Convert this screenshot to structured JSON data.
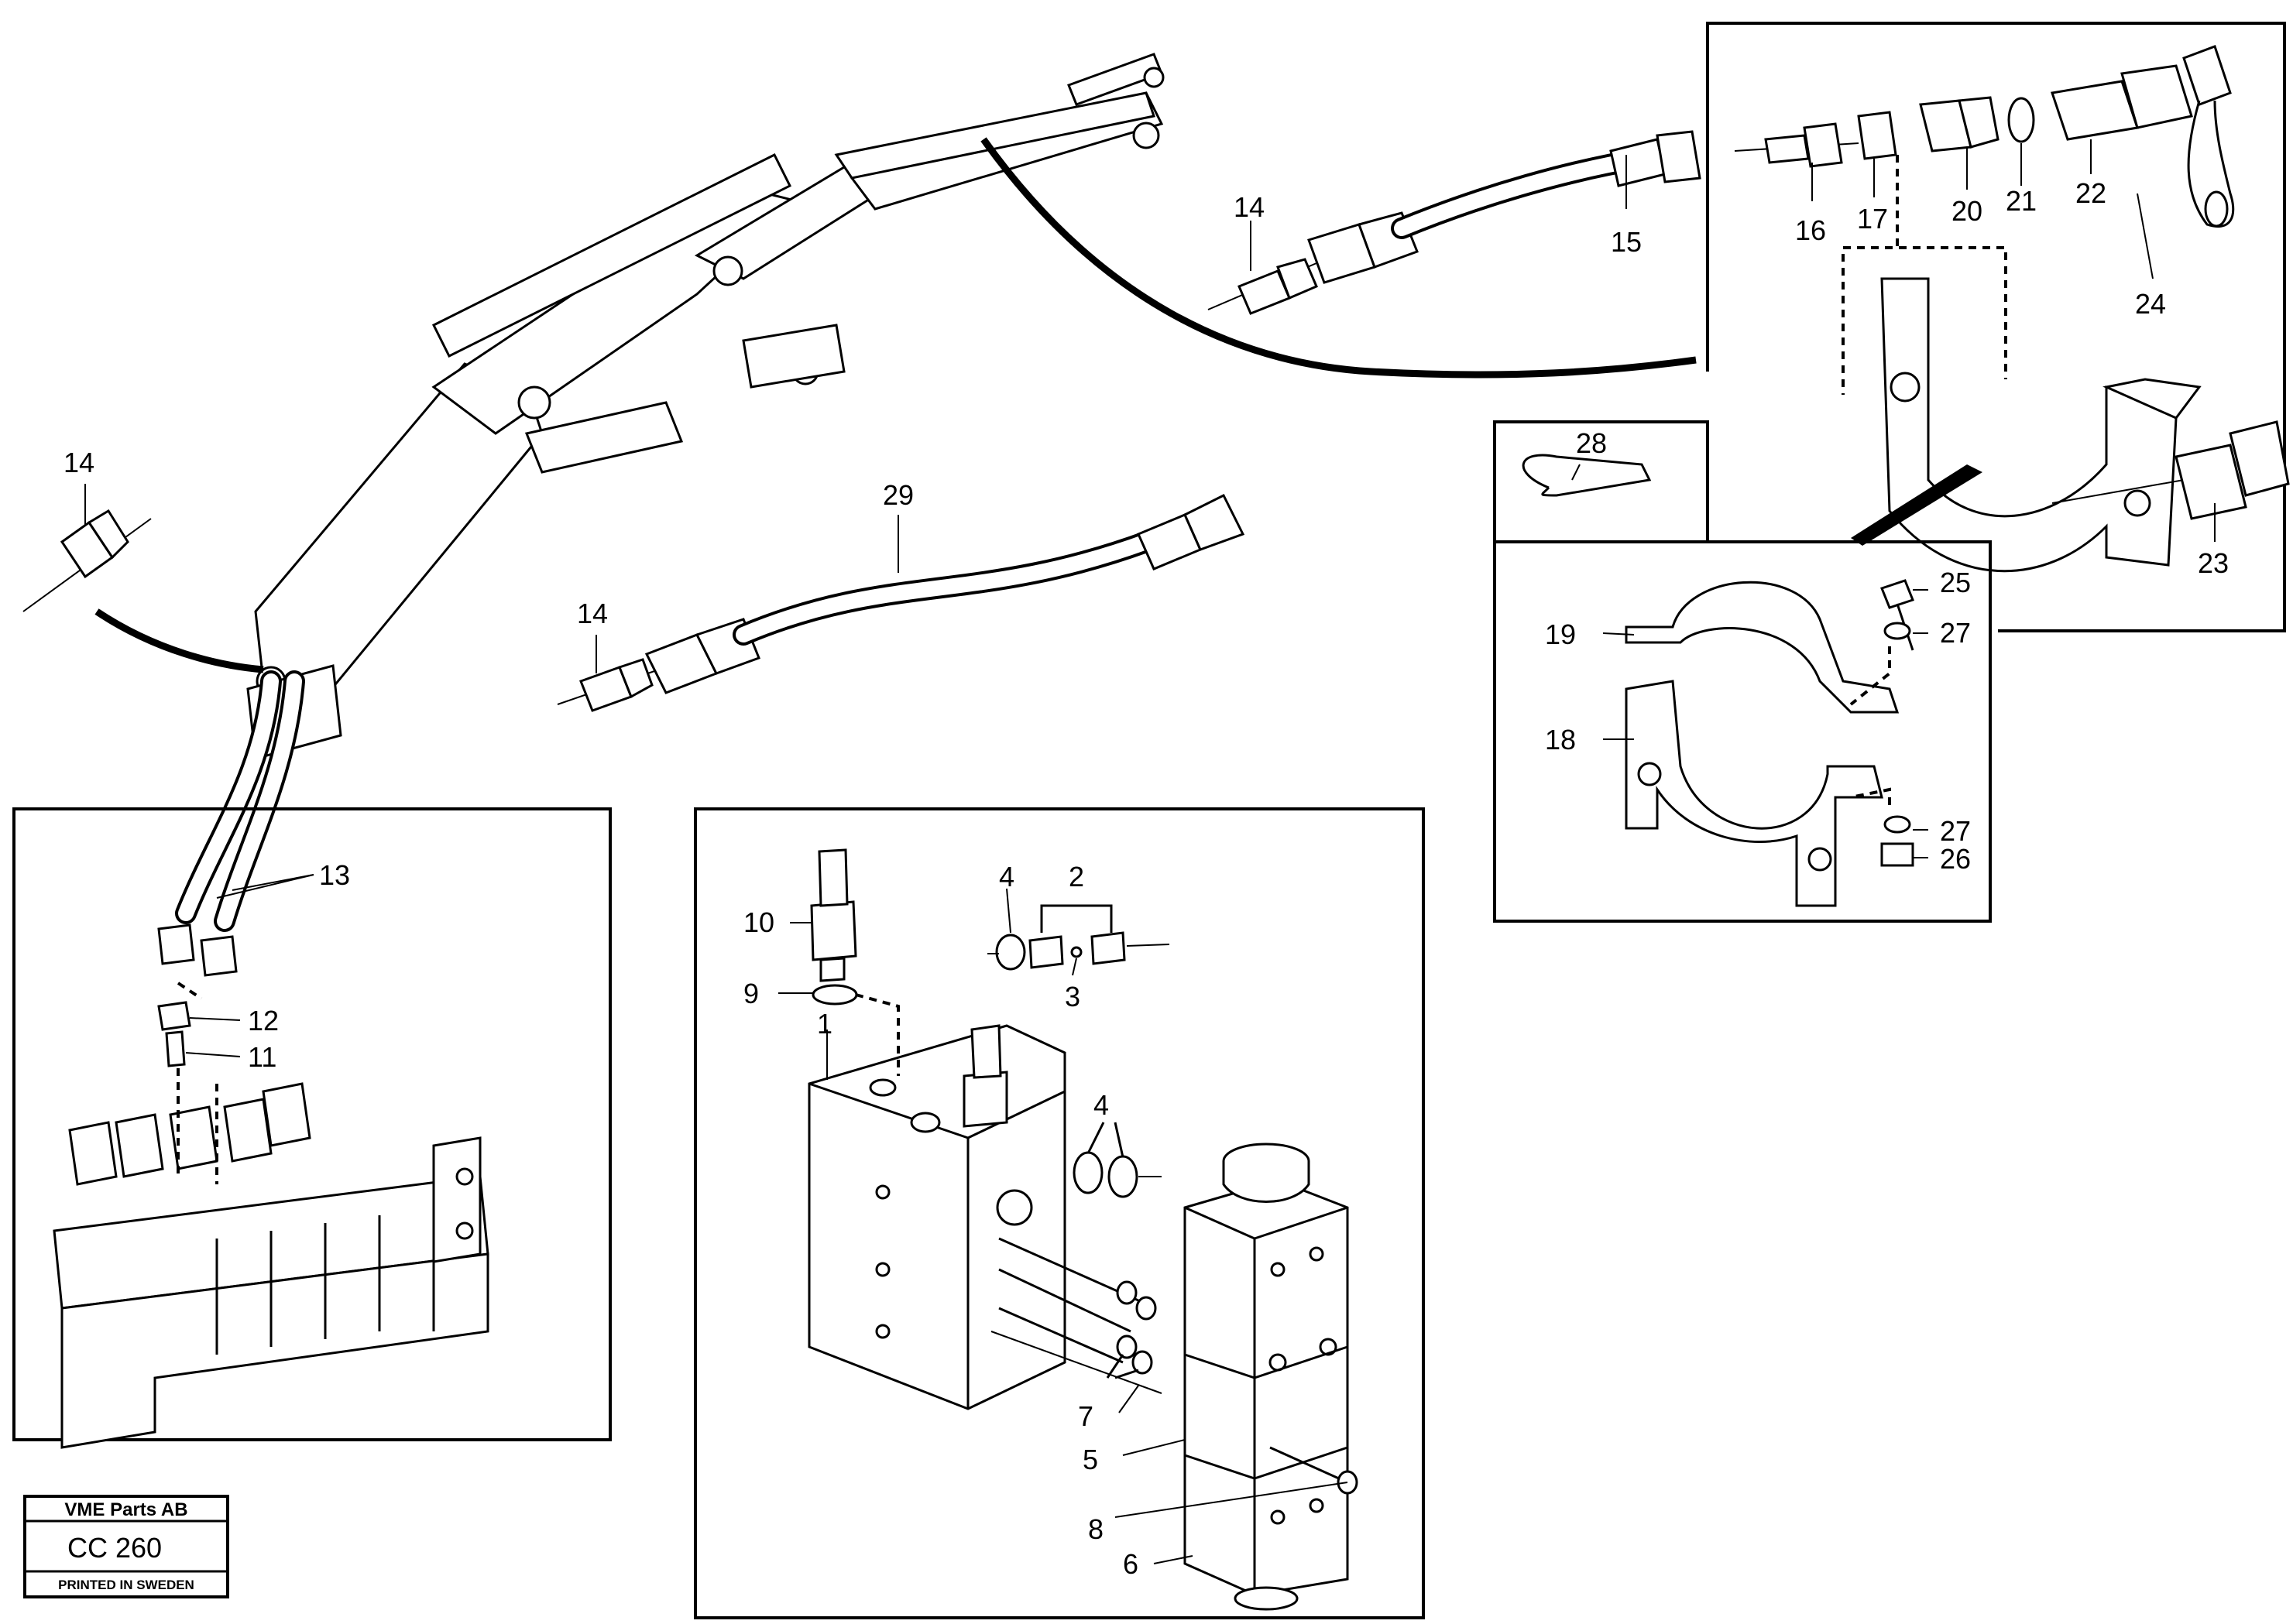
{
  "stamp": {
    "company": "VME Parts AB",
    "code": "CC 260",
    "printed": "PRINTED IN SWEDEN"
  },
  "callouts": {
    "p1": "1",
    "p2": "2",
    "p3": "3",
    "p4a": "4",
    "p4b": "4",
    "p5": "5",
    "p6": "6",
    "p7": "7",
    "p8": "8",
    "p9": "9",
    "p10": "10",
    "p11": "11",
    "p12": "12",
    "p13": "13",
    "p14a": "14",
    "p14b": "14",
    "p14c": "14",
    "p15": "15",
    "p16": "16",
    "p17": "17",
    "p18": "18",
    "p19": "19",
    "p20": "20",
    "p21": "21",
    "p22": "22",
    "p23": "23",
    "p24": "24",
    "p25": "25",
    "p26": "26",
    "p27a": "27",
    "p27b": "27",
    "p28": "28",
    "p29": "29"
  }
}
